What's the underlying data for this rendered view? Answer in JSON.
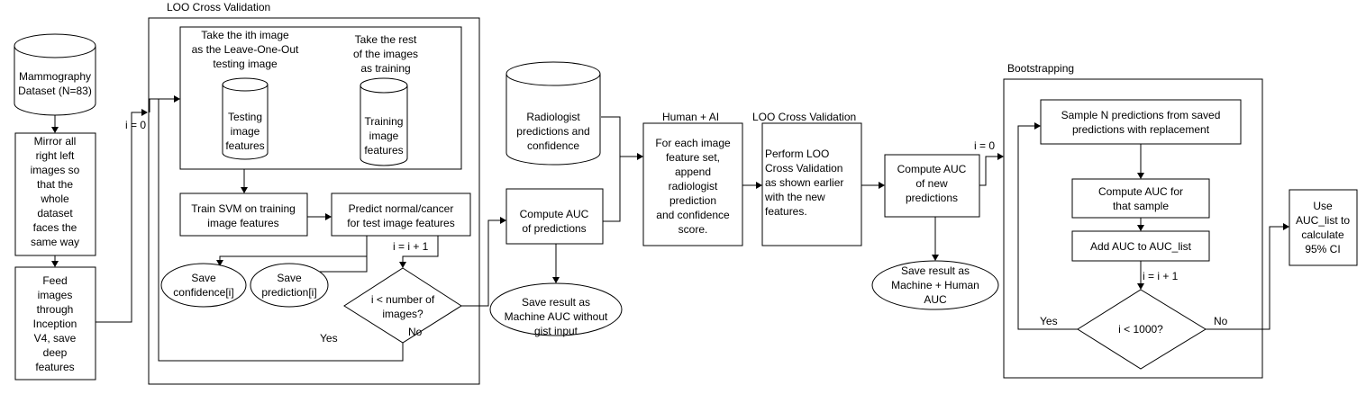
{
  "groups": {
    "loo_frame": "LOO Cross Validation",
    "bootstrap_frame": "Bootstrapping",
    "human_ai": "Human + AI",
    "loo_second": "LOO Cross Validation"
  },
  "nodes": {
    "dataset": [
      "Mammography",
      "Dataset (N=83)"
    ],
    "mirror": [
      "Mirror all",
      "right left",
      "images so",
      "that the",
      "whole",
      "dataset",
      "faces the",
      "same way"
    ],
    "feed": [
      "Feed",
      "images",
      "through",
      "Inception",
      "V4, save",
      "deep",
      "features"
    ],
    "take_ith": [
      "Take the ith image",
      "as the Leave-One-Out",
      "testing image"
    ],
    "take_rest": [
      "Take the rest",
      "of the images",
      "as training"
    ],
    "testing_db": [
      "Testing",
      "image",
      "features"
    ],
    "training_db": [
      "Training",
      "image",
      "features"
    ],
    "train_svm": [
      "Train SVM on training",
      "image features"
    ],
    "predict": [
      "Predict normal/cancer",
      "for test image features"
    ],
    "save_conf": [
      "Save",
      "confidence[i]"
    ],
    "save_pred": [
      "Save",
      "prediction[i]"
    ],
    "loop_decision": [
      "i < number of",
      "images?"
    ],
    "radiologist_db": [
      "Radiologist",
      "predictions and",
      "confidence"
    ],
    "compute_auc": [
      "Compute AUC",
      "of predictions"
    ],
    "save_machine": [
      "Save result as",
      "Machine AUC without",
      "gist input"
    ],
    "human_ai_box": [
      "For each image",
      "feature set,",
      "append",
      "radiologist",
      "prediction",
      "and confidence",
      "score."
    ],
    "loo_box": [
      "Perform LOO",
      "Cross Validation",
      "as shown earlier",
      "with the new",
      "features."
    ],
    "compute_auc_new": [
      "Compute AUC",
      "of new",
      "predictions"
    ],
    "save_mh": [
      "Save result as",
      "Machine + Human",
      "AUC"
    ],
    "sample": [
      "Sample N predictions from saved",
      "predictions with replacement"
    ],
    "compute_sample": [
      "Compute AUC for",
      "that sample"
    ],
    "add_auc": [
      "Add AUC to AUC_list"
    ],
    "decision_1000": [
      "i < 1000?"
    ],
    "use_list": [
      "Use",
      "AUC_list to",
      "calculate",
      "95% CI"
    ]
  },
  "edge_labels": {
    "i0_first": "i = 0",
    "inc_first": "i = i + 1",
    "yes_first": "Yes",
    "no_first": "No",
    "i0_second": "i = 0",
    "inc_second": "i = i + 1",
    "yes_second": "Yes",
    "no_second": "No"
  }
}
